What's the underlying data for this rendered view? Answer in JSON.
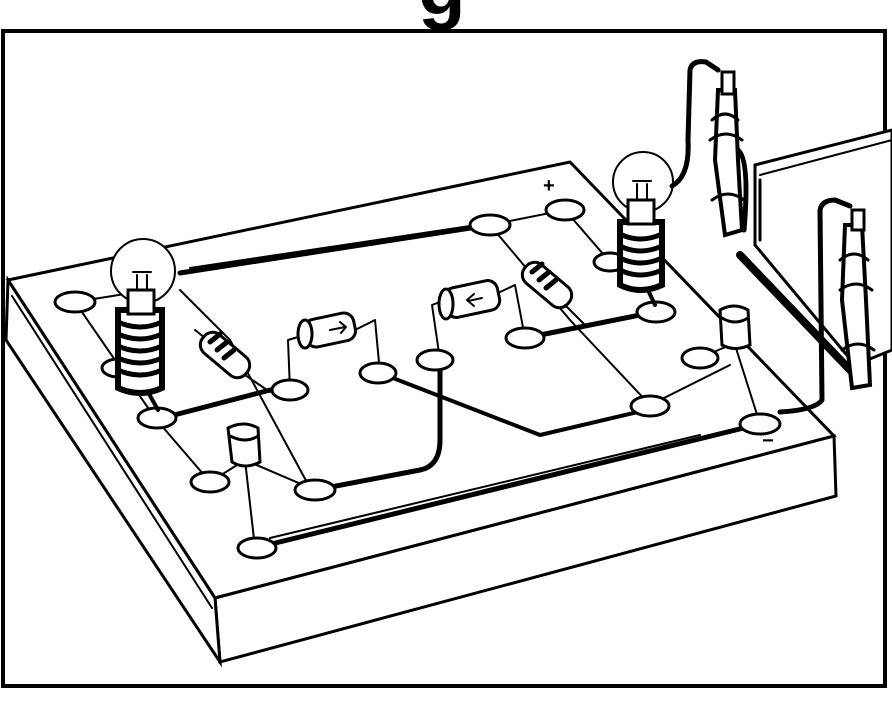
{
  "header": {
    "title_fragment": "g"
  },
  "labels": {
    "positive": "+",
    "negative": "−"
  },
  "colors": {
    "ink": "#000000",
    "paper": "#ffffff"
  },
  "components": {
    "bulbs": [
      "lamp-left",
      "lamp-right"
    ],
    "resistors": [
      "resistor-left",
      "resistor-right"
    ],
    "diodes": [
      "diode-left",
      "diode-right"
    ],
    "capacitors": [
      "capacitor-front-left",
      "capacitor-right"
    ],
    "battery_clips": [
      "clip-positive",
      "clip-negative"
    ]
  }
}
